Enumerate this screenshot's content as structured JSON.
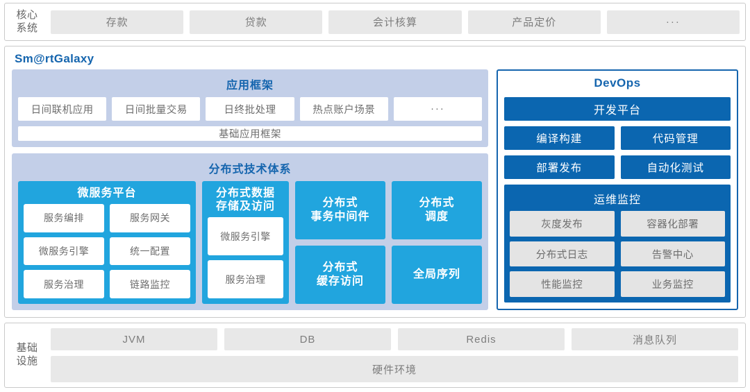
{
  "core_systems": {
    "label_line1": "核心",
    "label_line2": "系统",
    "items": [
      {
        "label": "存款"
      },
      {
        "label": "贷款"
      },
      {
        "label": "会计核算"
      },
      {
        "label": "产品定价"
      },
      {
        "label": "···"
      }
    ]
  },
  "galaxy": {
    "title": "Sm@rtGalaxy",
    "app_framework": {
      "title": "应用框架",
      "items": [
        {
          "label": "日间联机应用"
        },
        {
          "label": "日间批量交易"
        },
        {
          "label": "日终批处理"
        },
        {
          "label": "热点账户场景"
        },
        {
          "label": "···"
        }
      ],
      "base": "基础应用框架"
    },
    "distributed": {
      "title": "分布式技术体系",
      "microservice_platform": {
        "title": "微服务平台",
        "chips": [
          "服务编排",
          "服务网关",
          "微服务引擎",
          "统一配置",
          "服务治理",
          "链路监控"
        ]
      },
      "data_storage": {
        "title": "分布式数据\n存储及访问",
        "title_line1": "分布式数据",
        "title_line2": "存储及访问",
        "chips": [
          "微服务引擎",
          "服务治理"
        ]
      },
      "cards": [
        {
          "line1": "分布式",
          "line2": "事务中间件"
        },
        {
          "line1": "分布式",
          "line2": "调度"
        },
        {
          "line1": "分布式",
          "line2": "缓存访问"
        },
        {
          "line1": "全局序列",
          "line2": ""
        }
      ]
    },
    "devops": {
      "title": "DevOps",
      "platform": "开发平台",
      "rows": [
        [
          "编译构建",
          "代码管理"
        ],
        [
          "部署发布",
          "自动化测试"
        ]
      ],
      "ops": {
        "title": "运维监控",
        "rows": [
          [
            "灰度发布",
            "容器化部署"
          ],
          [
            "分布式日志",
            "告警中心"
          ],
          [
            "性能监控",
            "业务监控"
          ]
        ]
      }
    }
  },
  "infrastructure": {
    "label_line1": "基础",
    "label_line2": "设施",
    "items": [
      {
        "label": "JVM"
      },
      {
        "label": "DB"
      },
      {
        "label": "Redis"
      },
      {
        "label": "消息队列"
      }
    ],
    "hardware": "硬件环境"
  },
  "colors": {
    "accent_blue": "#1565ae",
    "devops_blue": "#0b66b0",
    "cyan": "#21a5de",
    "lavender": "#c3cfe8",
    "gray_box": "#e8e8e8"
  }
}
